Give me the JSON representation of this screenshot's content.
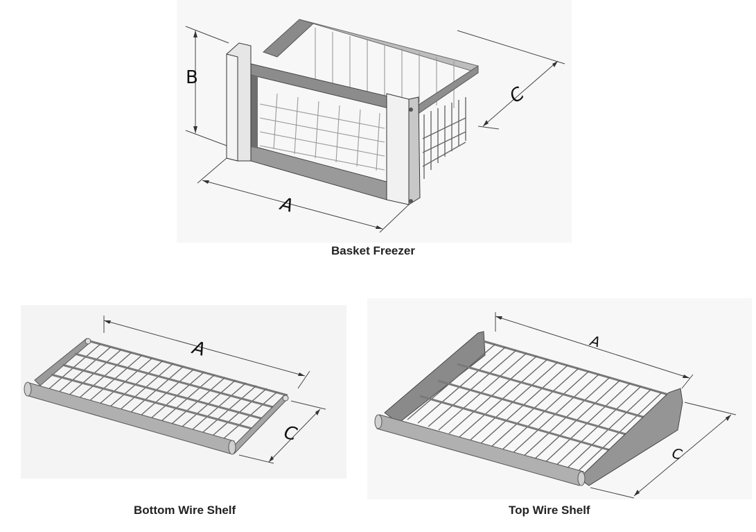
{
  "figure": {
    "basket": {
      "caption": "Basket Freezer",
      "label_a": "A",
      "label_b": "B",
      "label_c": "C"
    },
    "bottom_shelf": {
      "caption": "Bottom Wire Shelf",
      "label_a": "A",
      "label_c": "C"
    },
    "top_shelf": {
      "caption": "Top Wire Shelf",
      "label_a": "A",
      "label_c": "C"
    }
  },
  "colors": {
    "frame_dark": "#7a7a7a",
    "frame_light": "#e8e8e8",
    "wire": "#666666",
    "rail": "#a9a9a9"
  }
}
